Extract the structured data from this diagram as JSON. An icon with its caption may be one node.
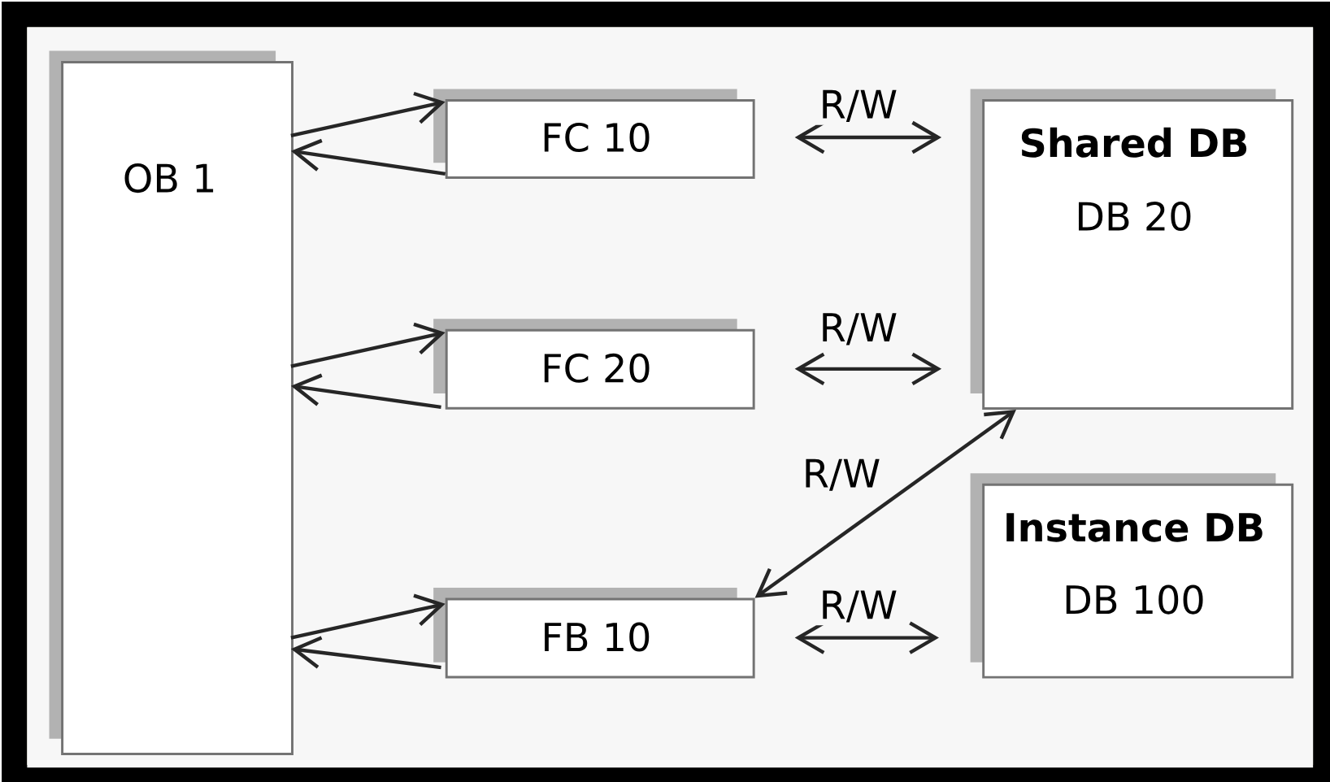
{
  "diagram": {
    "nodes": [
      {
        "text": [
          "OB 1"
        ]
      },
      {
        "text": [
          "FC 10"
        ]
      },
      {
        "text": [
          "FC 20"
        ]
      },
      {
        "text": [
          "FB 10"
        ]
      },
      {
        "text": [
          "Shared DB",
          "DB 20"
        ]
      },
      {
        "text": [
          "Instance DB",
          "DB 100"
        ]
      }
    ],
    "edges": [
      {
        "from": 0,
        "to": 1,
        "arrow": "to"
      },
      {
        "from": 1,
        "to": 0,
        "arrow": "to"
      },
      {
        "from": 0,
        "to": 2,
        "arrow": "to"
      },
      {
        "from": 2,
        "to": 0,
        "arrow": "to"
      },
      {
        "from": 0,
        "to": 3,
        "arrow": "to"
      },
      {
        "from": 3,
        "to": 0,
        "arrow": "to"
      },
      {
        "from": 1,
        "to": 4,
        "arrow": "both",
        "label": "R/W"
      },
      {
        "from": 2,
        "to": 4,
        "arrow": "both",
        "label": "R/W"
      },
      {
        "from": 3,
        "to": 4,
        "arrow": "both",
        "label": "R/W"
      },
      {
        "from": 3,
        "to": 5,
        "arrow": "both",
        "label": "R/W"
      }
    ]
  }
}
